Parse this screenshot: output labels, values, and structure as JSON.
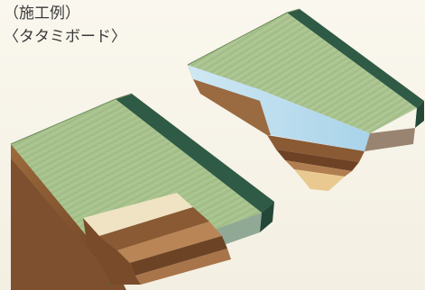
{
  "caption": {
    "line1": "（施工例）",
    "line2": "〈タタミボード〉"
  },
  "colors": {
    "background": "#f7f4ea",
    "tatami_green": "#a9c48f",
    "border_dark_green": "#2f5a45",
    "board_brown": "#7a4b2a",
    "insulation_blue": "#bfe0f0",
    "plywood_tan": "#e9c98f"
  },
  "figures": [
    {
      "name": "tatami-section-left"
    },
    {
      "name": "tatami-section-right"
    }
  ]
}
